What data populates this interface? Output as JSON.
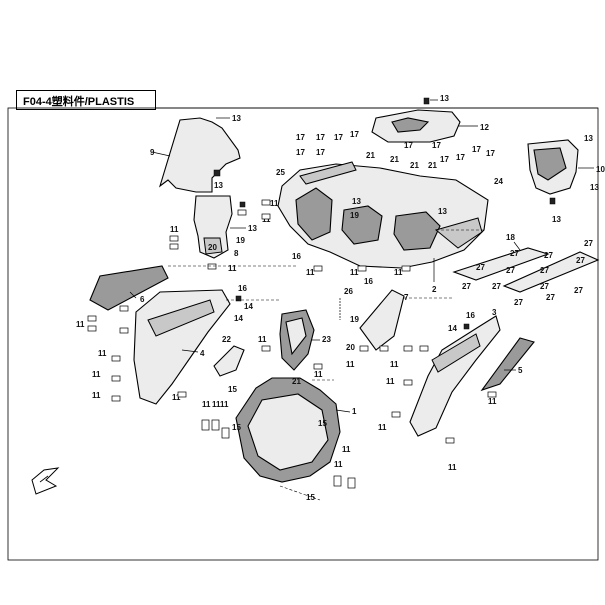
{
  "title": "F04-4塑料件/PLASTIS",
  "callouts": {
    "c1": "1",
    "c2": "2",
    "c3": "3",
    "c4": "4",
    "c5": "5",
    "c6": "6",
    "c7": "7",
    "c8": "8",
    "c9": "9",
    "c10": "10",
    "c11": "11",
    "c12": "12",
    "c13": "13",
    "c14": "14",
    "c15": "15",
    "c16": "16",
    "c17": "17",
    "c18": "18",
    "c19": "19",
    "c20": "20",
    "c21": "21",
    "c22": "22",
    "c23": "23",
    "c24": "24",
    "c25": "25",
    "c26": "26",
    "c27": "27"
  },
  "icons": {
    "orientation_arrow": "front-direction-arrow-icon"
  }
}
